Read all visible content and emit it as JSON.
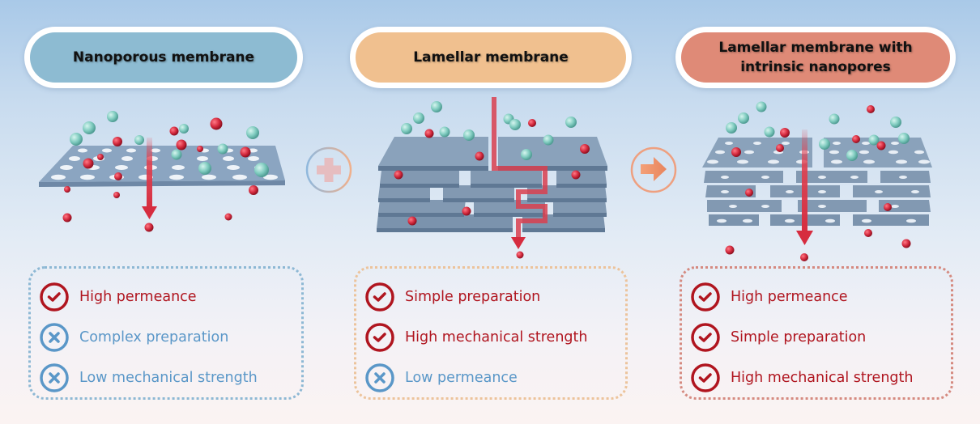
{
  "columns": [
    {
      "title": "Nanoporous membrane",
      "color": "#8dbbd2",
      "features": [
        {
          "status": "pro",
          "label": "High permeance"
        },
        {
          "status": "con",
          "label": "Complex preparation"
        },
        {
          "status": "con",
          "label": "Low mechanical strength"
        }
      ]
    },
    {
      "title": "Lamellar membrane",
      "color": "#f0c08f",
      "features": [
        {
          "status": "pro",
          "label": "Simple preparation"
        },
        {
          "status": "pro",
          "label": "High mechanical strength"
        },
        {
          "status": "con",
          "label": "Low permeance"
        }
      ]
    },
    {
      "title": "Lamellar membrane with intrinsic nanopores",
      "color": "#df8a77",
      "features": [
        {
          "status": "pro",
          "label": "High permeance"
        },
        {
          "status": "pro",
          "label": "Simple preparation"
        },
        {
          "status": "pro",
          "label": "High mechanical strength"
        }
      ]
    }
  ],
  "connectors": [
    {
      "icon": "plus-icon"
    },
    {
      "icon": "arrow-right-icon"
    }
  ],
  "colors": {
    "pro": "#b0151f",
    "con": "#5a97c8",
    "membrane": "#7b93ad",
    "particle_small": "#d42a3e",
    "particle_large": "#7fcbbf",
    "flow_arrow": "#e0404f"
  }
}
